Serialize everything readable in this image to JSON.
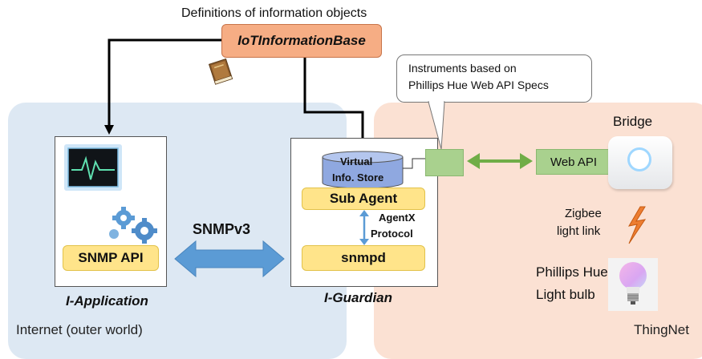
{
  "top_caption": "Definitions of information objects",
  "iib_label": "IoTInformationBase",
  "callout": {
    "line1": "Instruments based on",
    "line2": "Phillips Hue Web API Specs"
  },
  "regions": {
    "internet": "Internet (outer world)",
    "thingnet": "ThingNet"
  },
  "application": {
    "title": "I-Application",
    "api_label": "SNMP API"
  },
  "guardian": {
    "title": "I-Guardian",
    "store_line1": "Virtual",
    "store_line2": "Info. Store",
    "subagent": "Sub Agent",
    "agentx_line1": "AgentX",
    "agentx_line2": "Protocol",
    "snmpd": "snmpd"
  },
  "protocol_label": "SNMPv3",
  "webapi_label": "Web API",
  "bridge_label": "Bridge",
  "zigbee": {
    "line1": "Zigbee",
    "line2": "light link"
  },
  "bulb": {
    "line1": "Phillips Hue",
    "line2": "Light bulb"
  },
  "colors": {
    "internet_bg": "#dde8f3",
    "thingnet_bg": "#fbe1d3",
    "iib_fill": "#f6ad84",
    "pill_fill": "#ffe48a",
    "green": "#a9d18e",
    "arrow_blue": "#5b9bd5",
    "arrow_green": "#70ad47",
    "lightning": "#ed7d31"
  }
}
